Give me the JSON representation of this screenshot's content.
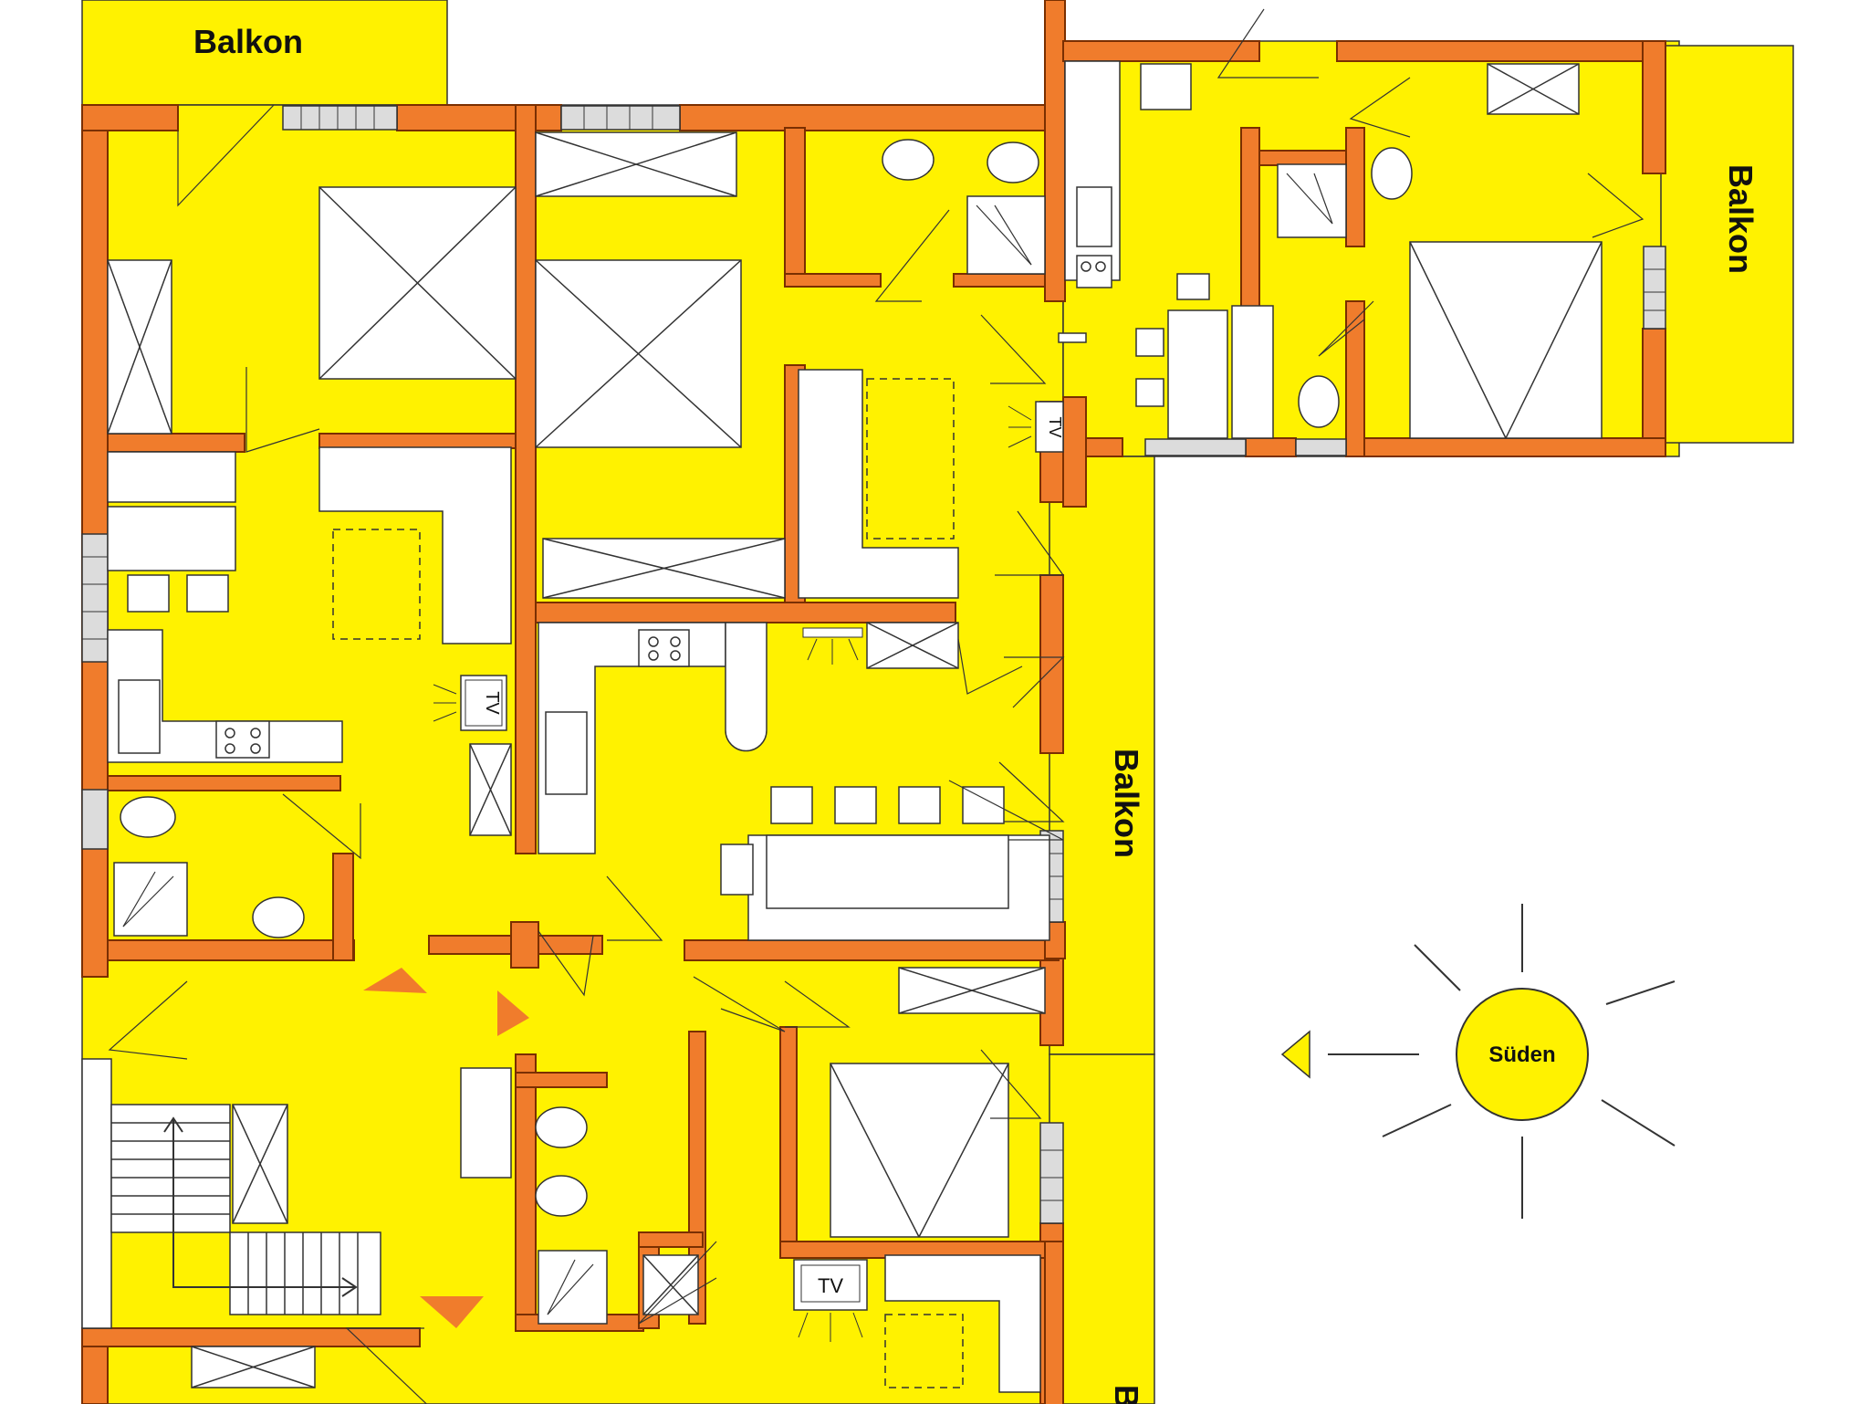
{
  "colors": {
    "floor": "#fff200",
    "wall": "#f07c2c",
    "wall_stroke": "#7a2f00",
    "line": "#333333",
    "furniture": "#ffffff",
    "arrow": "#f07c2c",
    "sun": "#fff200"
  },
  "labels": {
    "balkon_top_left": "Balkon",
    "balkon_right_top": "Balkon",
    "balkon_middle": "Balkon",
    "balkon_bottom": "B",
    "tv": "TV",
    "sun": "Süden"
  },
  "icons": [
    "sun-icon",
    "west-arrow-icon",
    "entry-arrow-icon",
    "stair-arrow-icon"
  ]
}
